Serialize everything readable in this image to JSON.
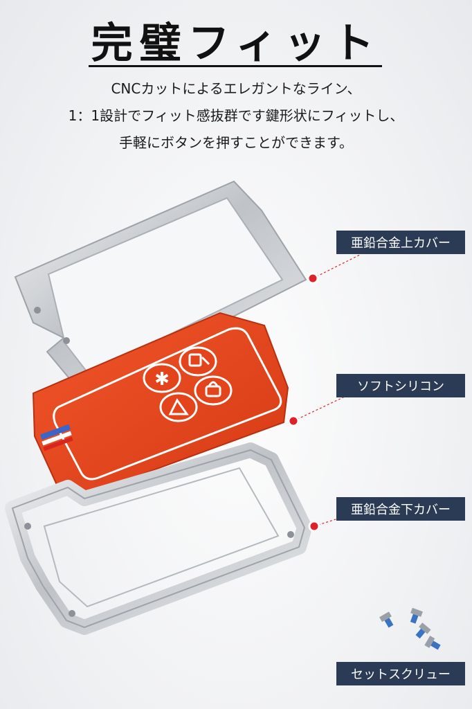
{
  "header": {
    "title": "完璧フィット",
    "lines": [
      "CNCカットによるエレガントなライン、",
      "1：1設計でフィット感抜群です鍵形状にフィットし、",
      "手軽にボタンを押すことができます。"
    ]
  },
  "labels": {
    "top_cover": "亜鉛合金上カバー",
    "soft_silicone": "ソフトシリコン",
    "bottom_cover": "亜鉛合金下カバー",
    "screws": "セットスクリュー"
  },
  "colors": {
    "label_bg": "#2b3a55",
    "silicone": "#e8431c",
    "marker": "#e0202a",
    "metal": "#c9ccd0"
  },
  "icons": [
    "asterisk-icon",
    "trunk-open-icon",
    "unlock-icon",
    "lock-icon"
  ]
}
